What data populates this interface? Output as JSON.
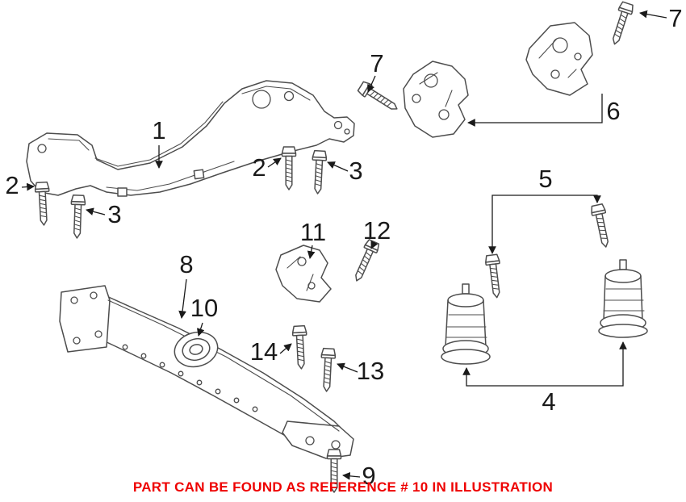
{
  "diagram": {
    "callouts": {
      "c1": "1",
      "c2_left": "2",
      "c3_left": "3",
      "c2_mid": "2",
      "c3_mid": "3",
      "c7_mid": "7",
      "c7_right": "7",
      "c6": "6",
      "c5": "5",
      "c11": "11",
      "c12": "12",
      "c8": "8",
      "c10": "10",
      "c14": "14",
      "c13": "13",
      "c4": "4",
      "c9": "9"
    },
    "line_color": "#4d4d4d",
    "label_color": "#1a1a1a"
  },
  "notice": {
    "text": "PART CAN BE FOUND AS REFERENCE # 10 IN ILLUSTRATION",
    "color": "#ee0000"
  }
}
